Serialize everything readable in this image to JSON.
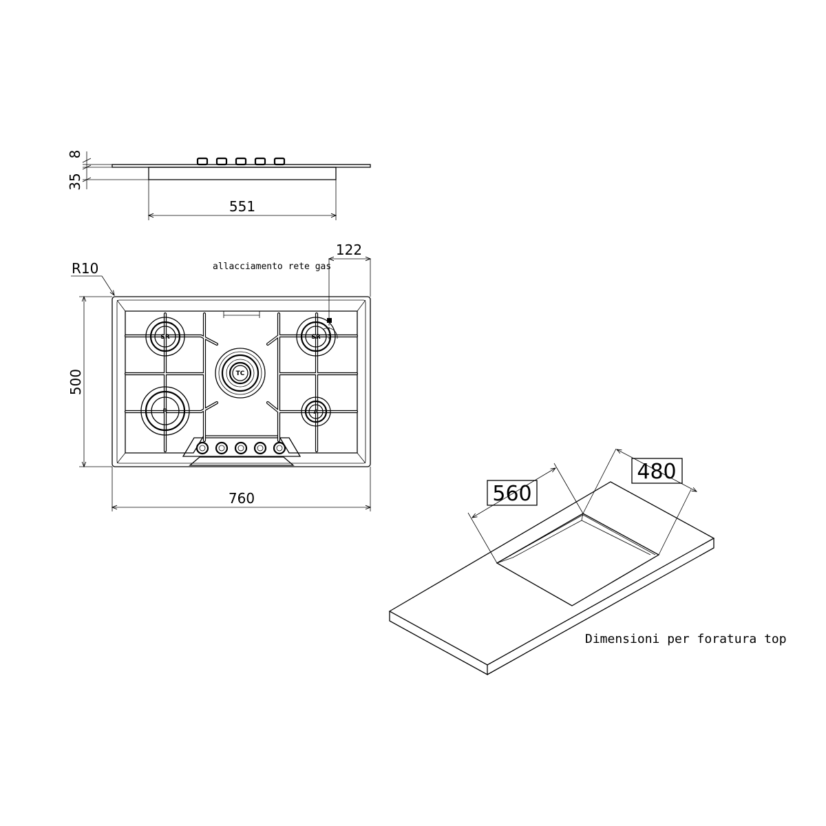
{
  "side_view": {
    "dims": {
      "depth_top": "8",
      "depth_body": "35",
      "width_body": "551"
    }
  },
  "top_view": {
    "dims": {
      "radius": "R10",
      "height": "500",
      "width": "760",
      "gas_offset": "122"
    },
    "gas_label": "allacciamento rete gas",
    "burners": [
      {
        "id": "sr-left",
        "label": "SR"
      },
      {
        "id": "r",
        "label": "R"
      },
      {
        "id": "tc",
        "label": "TC"
      },
      {
        "id": "sr-right",
        "label": "SR"
      },
      {
        "id": "a",
        "label": "A"
      }
    ]
  },
  "cutout": {
    "dims": {
      "width": "560",
      "depth": "480"
    },
    "caption": "Dimensioni per foratura top"
  }
}
